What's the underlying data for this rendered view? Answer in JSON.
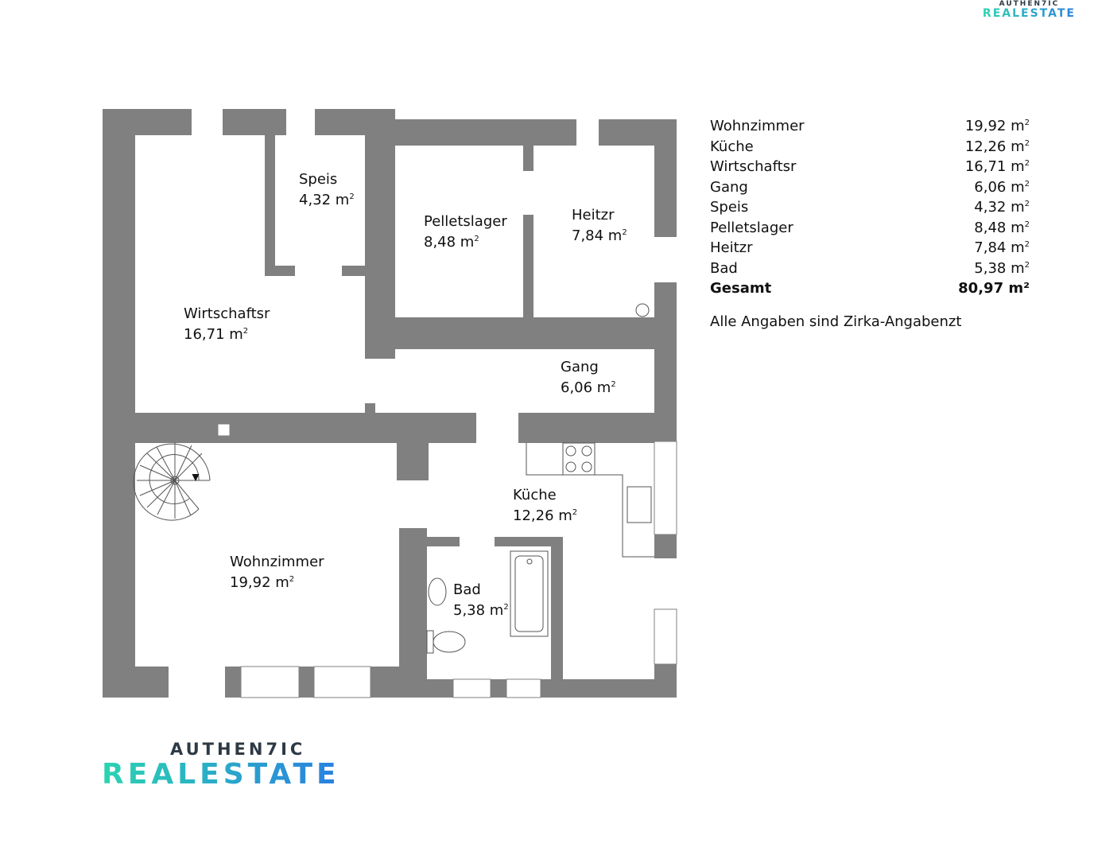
{
  "brand": {
    "line1": "AUTHEN7IC",
    "line2": "REALESTATE"
  },
  "rooms": [
    {
      "id": "speis",
      "name": "Speis",
      "area": "4,32 m",
      "unit_sup": "2"
    },
    {
      "id": "pelletslager",
      "name": "Pelletslager",
      "area": "8,48 m",
      "unit_sup": "2"
    },
    {
      "id": "heitzr",
      "name": "Heitzr",
      "area": "7,84 m",
      "unit_sup": "2"
    },
    {
      "id": "wirtschaftsr",
      "name": "Wirtschaftsr",
      "area": "16,71 m",
      "unit_sup": "2"
    },
    {
      "id": "gang",
      "name": "Gang",
      "area": "6,06 m",
      "unit_sup": "2"
    },
    {
      "id": "kueche",
      "name": "Küche",
      "area": "12,26 m",
      "unit_sup": "2"
    },
    {
      "id": "wohnzimmer",
      "name": "Wohnzimmer",
      "area": "19,92 m",
      "unit_sup": "2"
    },
    {
      "id": "bad",
      "name": "Bad",
      "area": "5,38 m",
      "unit_sup": "2"
    }
  ],
  "area_table": [
    {
      "name": "Wohnzimmer",
      "value": "19,92 m",
      "sup": "2"
    },
    {
      "name": "Küche",
      "value": "12,26 m",
      "sup": "2"
    },
    {
      "name": "Wirtschaftsr",
      "value": "16,71 m",
      "sup": "2"
    },
    {
      "name": "Gang",
      "value": "6,06 m",
      "sup": "2"
    },
    {
      "name": "Speis",
      "value": "4,32 m",
      "sup": "2"
    },
    {
      "name": "Pelletslager",
      "value": "8,48 m",
      "sup": "2"
    },
    {
      "name": "Heitzr",
      "value": "7,84 m",
      "sup": "2"
    },
    {
      "name": "Bad",
      "value": "5,38 m",
      "sup": "2"
    }
  ],
  "total": {
    "name": "Gesamt",
    "value": "80,97 m²"
  },
  "note": "Alle Angaben sind Zirka-Angabenzt",
  "colors": {
    "wall": "#808080",
    "accent_start": "#2bd4b0",
    "accent_end": "#2a7fe0",
    "logo_dark": "#2d3a45"
  }
}
